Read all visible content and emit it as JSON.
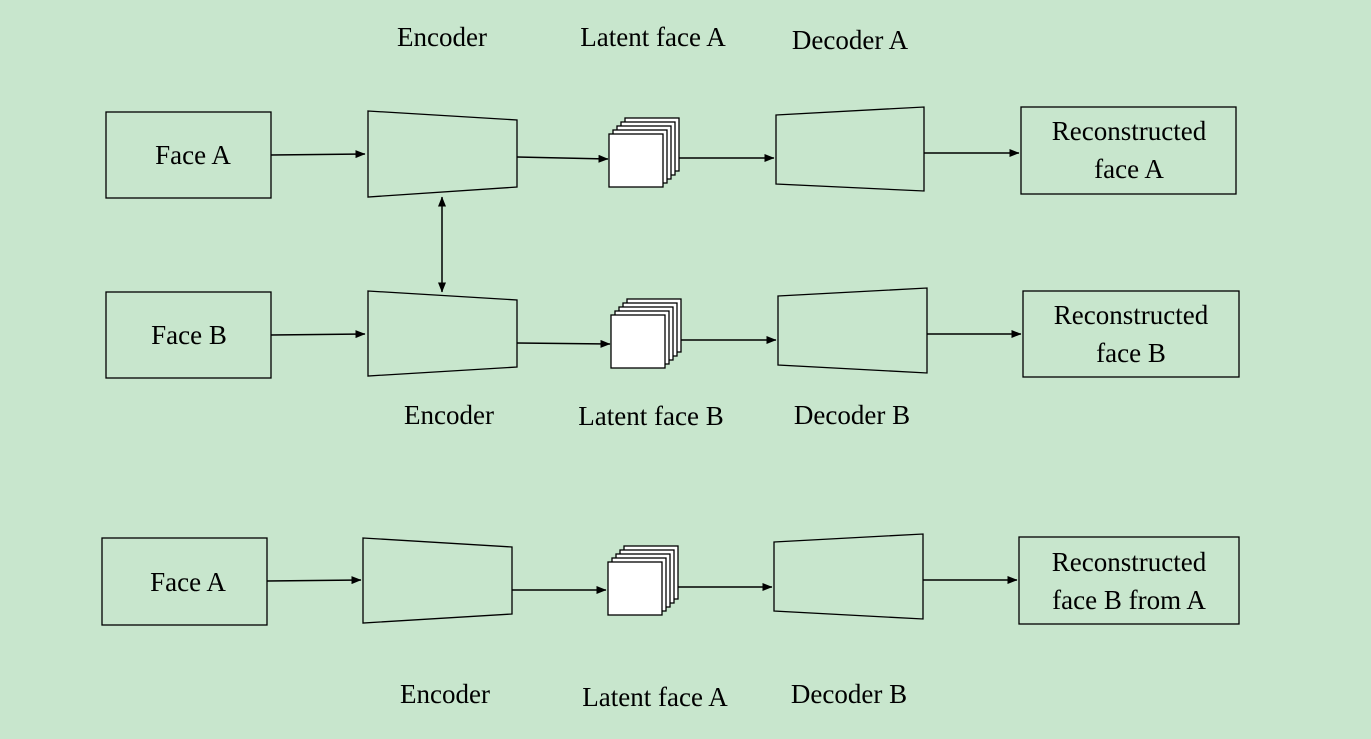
{
  "colors": {
    "background": "#c8e6cd",
    "stroke": "#000000",
    "latent_fill": "#ffffff"
  },
  "rows": [
    {
      "input_label": "Face A",
      "encoder_label": "Encoder",
      "latent_label": "Latent face A",
      "decoder_label": "Decoder A",
      "output_label": [
        "Reconstructed",
        "face A"
      ]
    },
    {
      "input_label": "Face B",
      "encoder_label": "Encoder",
      "latent_label": "Latent face B",
      "decoder_label": "Decoder B",
      "output_label": [
        "Reconstructed",
        "face B"
      ]
    },
    {
      "input_label": "Face A",
      "encoder_label": "Encoder",
      "latent_label": "Latent face A",
      "decoder_label": "Decoder B",
      "output_label": [
        "Reconstructed",
        "face B from A"
      ]
    }
  ]
}
